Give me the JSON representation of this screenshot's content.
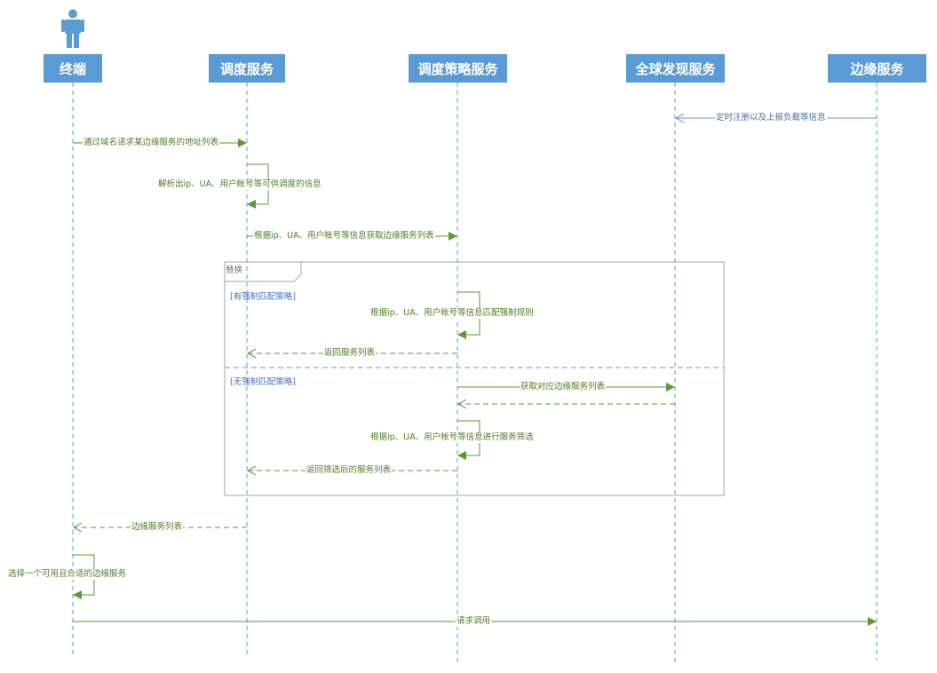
{
  "participants": [
    "终端",
    "调度服务",
    "调度策略服务",
    "全球发现服务",
    "边缘服务"
  ],
  "messages": {
    "m1": "定时注册以及上报负载等信息",
    "m2": "通过域名请求某边缘服务的地址列表",
    "m3": "解析出ip、UA、用户帐号等可供调度的信息",
    "m4": "根据ip、UA、用户帐号等信息获取边缘服务列表",
    "m5": "根据ip、UA、用户帐号等信息匹配强制规则",
    "m6": "返回服务列表",
    "m7": "获取对应边缘服务列表",
    "m8": "根据ip、UA、用户帐号等信息进行服务筛选",
    "m9": "返回筛选后的服务列表",
    "m10": "边缘服务列表",
    "m11": "选择一个可用且合适的边缘服务",
    "m12": "请求调用"
  },
  "fragment": {
    "title": "替换",
    "guard1": "[有强制匹配策略]",
    "guard2": "[无强制匹配策略]"
  },
  "colors": {
    "header_fill": "#5b9bd5",
    "lifeline": "#5b9bd5",
    "message": "#5b9a2e",
    "frame": "#a6a6a6",
    "guard_text": "#4472c4"
  },
  "icons": {
    "actor": "person-icon"
  }
}
